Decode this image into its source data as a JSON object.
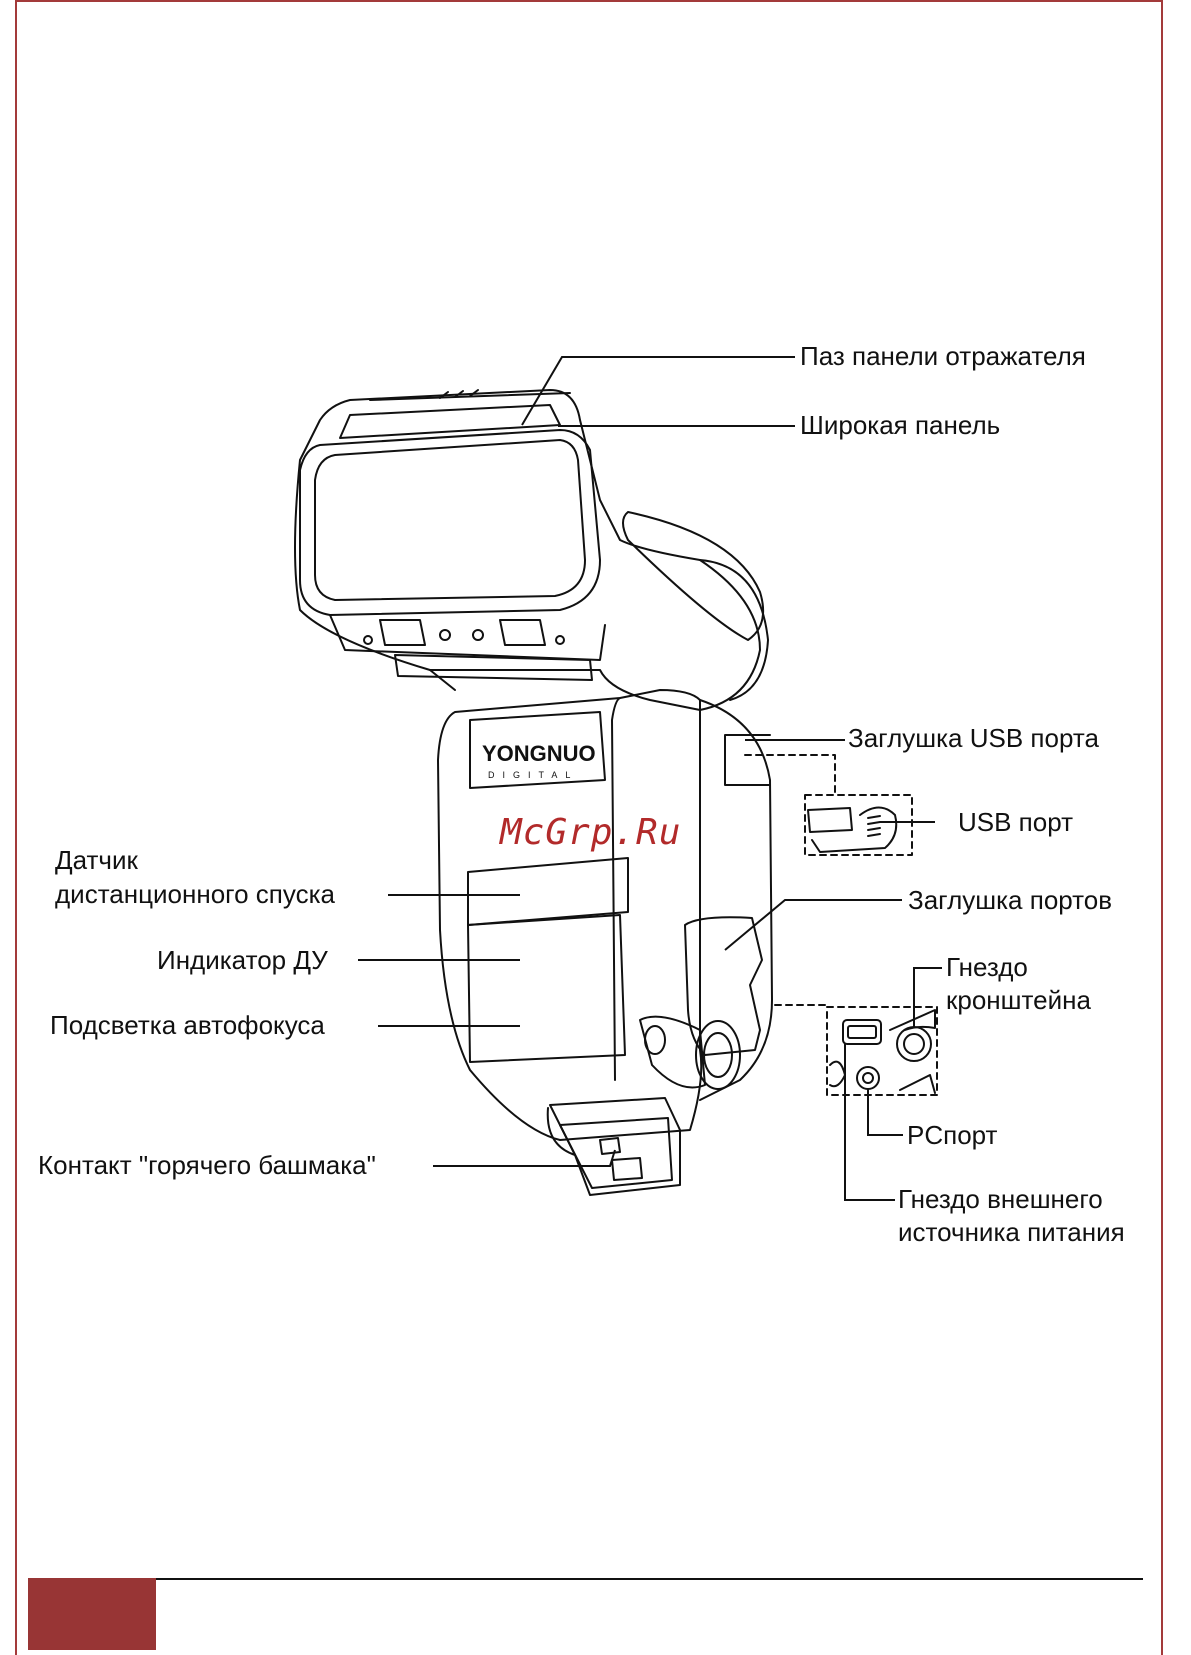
{
  "labels": {
    "reflector_slot": "Паз панели отражателя",
    "wide_panel": "Широкая панель",
    "usb_cover": "Заглушка USB порта",
    "usb_port": "USB порт",
    "remote_sensor_line1": "Датчик",
    "remote_sensor_line2": "дистанционного спуска",
    "ports_cover": "Заглушка портов",
    "remote_indicator": "Индикатор ДУ",
    "bracket_socket_line1": "Гнездо",
    "bracket_socket_line2": "кронштейна",
    "af_assist": "Подсветка автофокуса",
    "pc_port": "PCпорт",
    "hot_shoe": "Контакт \"горячего башмака\"",
    "ext_power_line1": "Гнездо внешнего",
    "ext_power_line2": "источника питания"
  },
  "brand": {
    "name": "YONGNUO",
    "sub": "DIGITAL"
  },
  "watermark": "McGrp.Ru",
  "colors": {
    "frame": "#a33a3a",
    "footer_block": "#983535",
    "watermark": "#b22a2a",
    "line": "#111111"
  }
}
